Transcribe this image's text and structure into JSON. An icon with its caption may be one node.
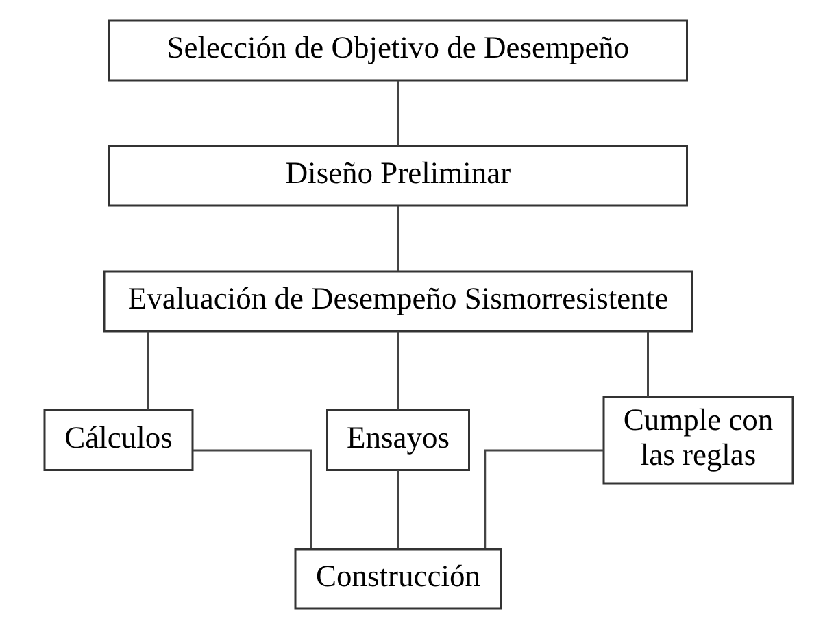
{
  "diagram": {
    "nodes": [
      {
        "text": [
          "Selección de Objetivo de Desempeño"
        ]
      },
      {
        "text": [
          "Diseño Preliminar"
        ]
      },
      {
        "text": [
          "Evaluación de Desempeño Sismorresistente"
        ]
      },
      {
        "text": [
          "Cálculos"
        ]
      },
      {
        "text": [
          "Ensayos"
        ]
      },
      {
        "text": [
          "Cumple con las reglas"
        ]
      },
      {
        "text": [
          "Construcción"
        ]
      }
    ],
    "edges": [
      {
        "from": 0,
        "to": 1,
        "arrow": "none"
      },
      {
        "from": 1,
        "to": 2,
        "arrow": "none"
      },
      {
        "from": 2,
        "to": 3,
        "arrow": "none"
      },
      {
        "from": 2,
        "to": 4,
        "arrow": "none"
      },
      {
        "from": 2,
        "to": 5,
        "arrow": "none"
      },
      {
        "from": 3,
        "to": 6,
        "arrow": "none"
      },
      {
        "from": 4,
        "to": 6,
        "arrow": "none"
      },
      {
        "from": 5,
        "to": 6,
        "arrow": "none"
      }
    ]
  }
}
